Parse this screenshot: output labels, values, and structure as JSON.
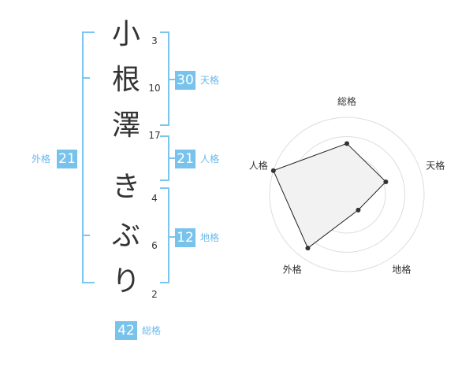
{
  "name_chars": [
    {
      "char": "小",
      "strokes": "3"
    },
    {
      "char": "根",
      "strokes": "10"
    },
    {
      "char": "澤",
      "strokes": "17"
    },
    {
      "char": "き",
      "strokes": "4"
    },
    {
      "char": "ぶ",
      "strokes": "6"
    },
    {
      "char": "り",
      "strokes": "2"
    }
  ],
  "kakusu": {
    "tenkaku": {
      "value": "30",
      "label": "天格"
    },
    "jinkaku": {
      "value": "21",
      "label": "人格"
    },
    "chikaku": {
      "value": "12",
      "label": "地格"
    },
    "gaikaku": {
      "value": "21",
      "label": "外格"
    },
    "soukaku": {
      "value": "42",
      "label": "総格"
    }
  },
  "colors": {
    "accent": "#78c3ec",
    "bracket": "#7cc5f0",
    "text": "#333333"
  },
  "chart_data": {
    "type": "radar",
    "axes": [
      "総格",
      "天格",
      "地格",
      "外格",
      "人格"
    ],
    "values": [
      0.66,
      0.53,
      0.25,
      0.86,
      1.0
    ],
    "range": [
      0,
      1
    ],
    "rings": 4
  }
}
